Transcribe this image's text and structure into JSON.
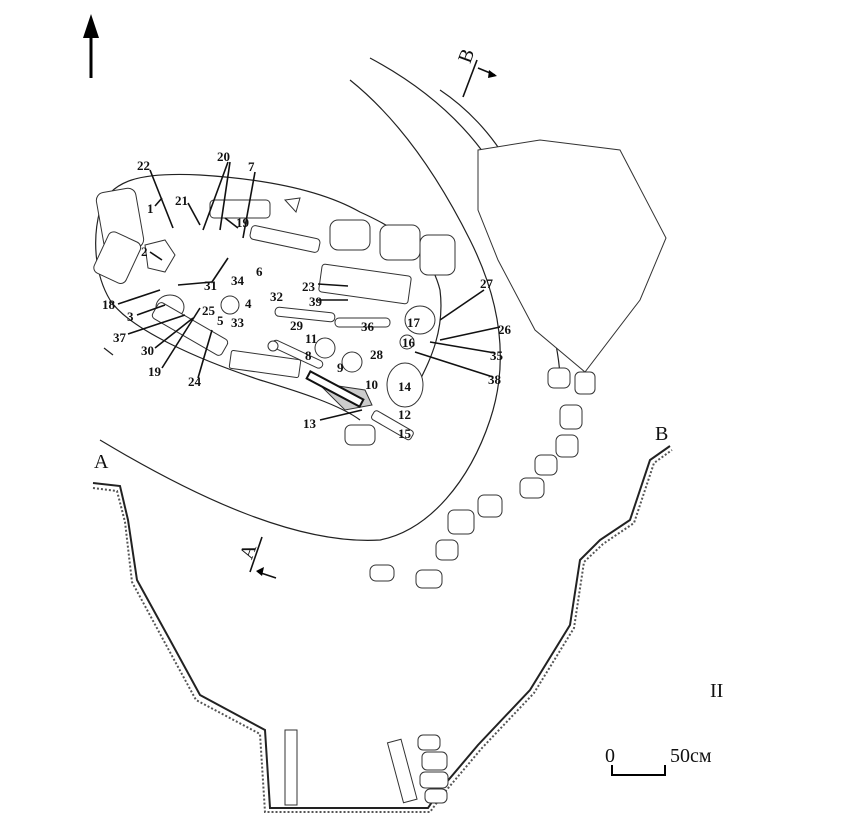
{
  "figure_number": "II",
  "section_labels": {
    "a_left": "A",
    "b_right": "B",
    "a_cut": "A",
    "b_cut": "B"
  },
  "scale": {
    "zero": "0",
    "fifty": "50см"
  },
  "finds": {
    "n1": "1",
    "n2": "2",
    "n3": "3",
    "n4": "4",
    "n5": "5",
    "n6": "6",
    "n7": "7",
    "n8": "8",
    "n9": "9",
    "n10": "10",
    "n11": "11",
    "n12": "12",
    "n13": "13",
    "n14": "14",
    "n15": "15",
    "n16": "16",
    "n17": "17",
    "n18": "18",
    "n19a": "19",
    "n19b": "19",
    "n20": "20",
    "n21": "21",
    "n22": "22",
    "n23": "23",
    "n24": "24",
    "n25": "25",
    "n26": "26",
    "n27": "27",
    "n28": "28",
    "n29": "29",
    "n30": "30",
    "n31": "31",
    "n32": "32",
    "n33": "33",
    "n34": "34",
    "n35": "35",
    "n36": "36",
    "n37": "37",
    "n38": "38",
    "n39": "39"
  }
}
